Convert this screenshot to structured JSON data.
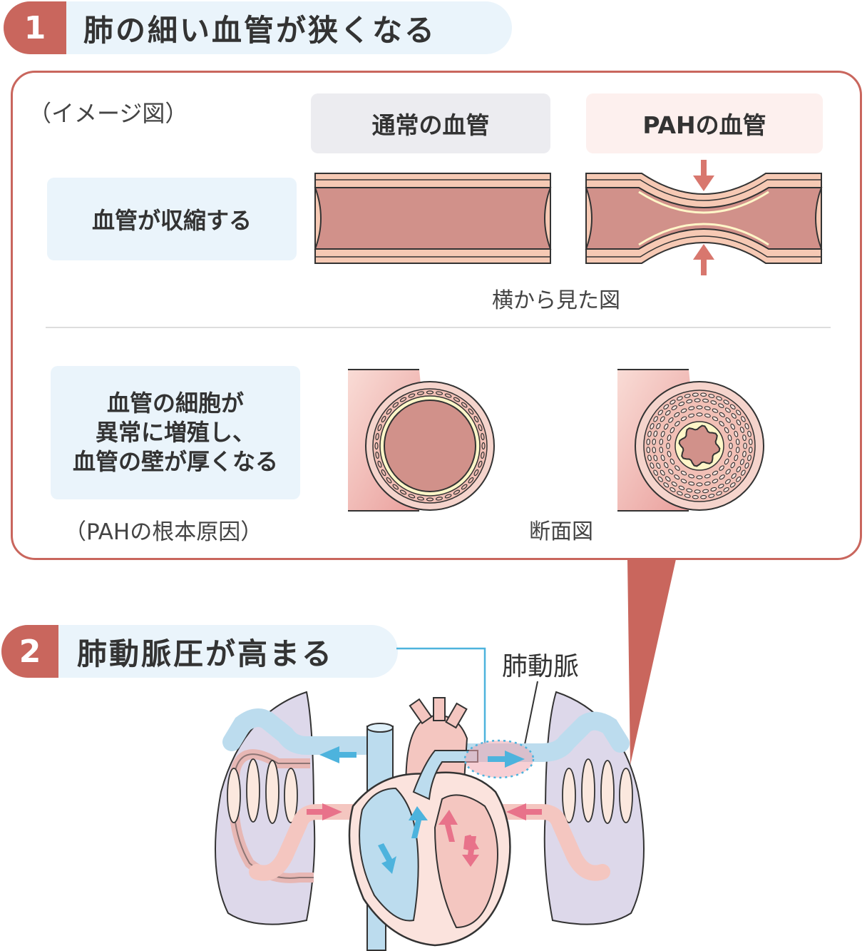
{
  "section1": {
    "number": "1",
    "title": "肺の細い血管が狭くなる"
  },
  "image_note": "（イメージ図）",
  "columns": {
    "normal": "通常の血管",
    "pah": "PAHの血管"
  },
  "row_constrict": {
    "label": "血管が収縮する",
    "caption": "横から見た図"
  },
  "row_thicken": {
    "lines": [
      "血管の細胞が",
      "異常に増殖し、",
      "血管の壁が厚くなる"
    ],
    "note": "（PAHの根本原因）",
    "caption": "断面図"
  },
  "section2": {
    "number": "2",
    "title": "肺動脈圧が高まる"
  },
  "heart": {
    "pulmonary_artery_label": "肺動脈"
  },
  "colors": {
    "accent": "#c9665d",
    "label_bg": "#eaf4fb",
    "normal_header_bg": "#ececf0",
    "pah_header_bg": "#fdf0ee",
    "vessel_lumen": "#d1918a",
    "vessel_wall": "#f6c9b4",
    "lung": "#ddd8ea",
    "vein_blue": "#bcdcee",
    "artery_pink": "#f4c6c0",
    "arrow_blue": "#4db3dd",
    "arrow_pink": "#e8728a"
  }
}
